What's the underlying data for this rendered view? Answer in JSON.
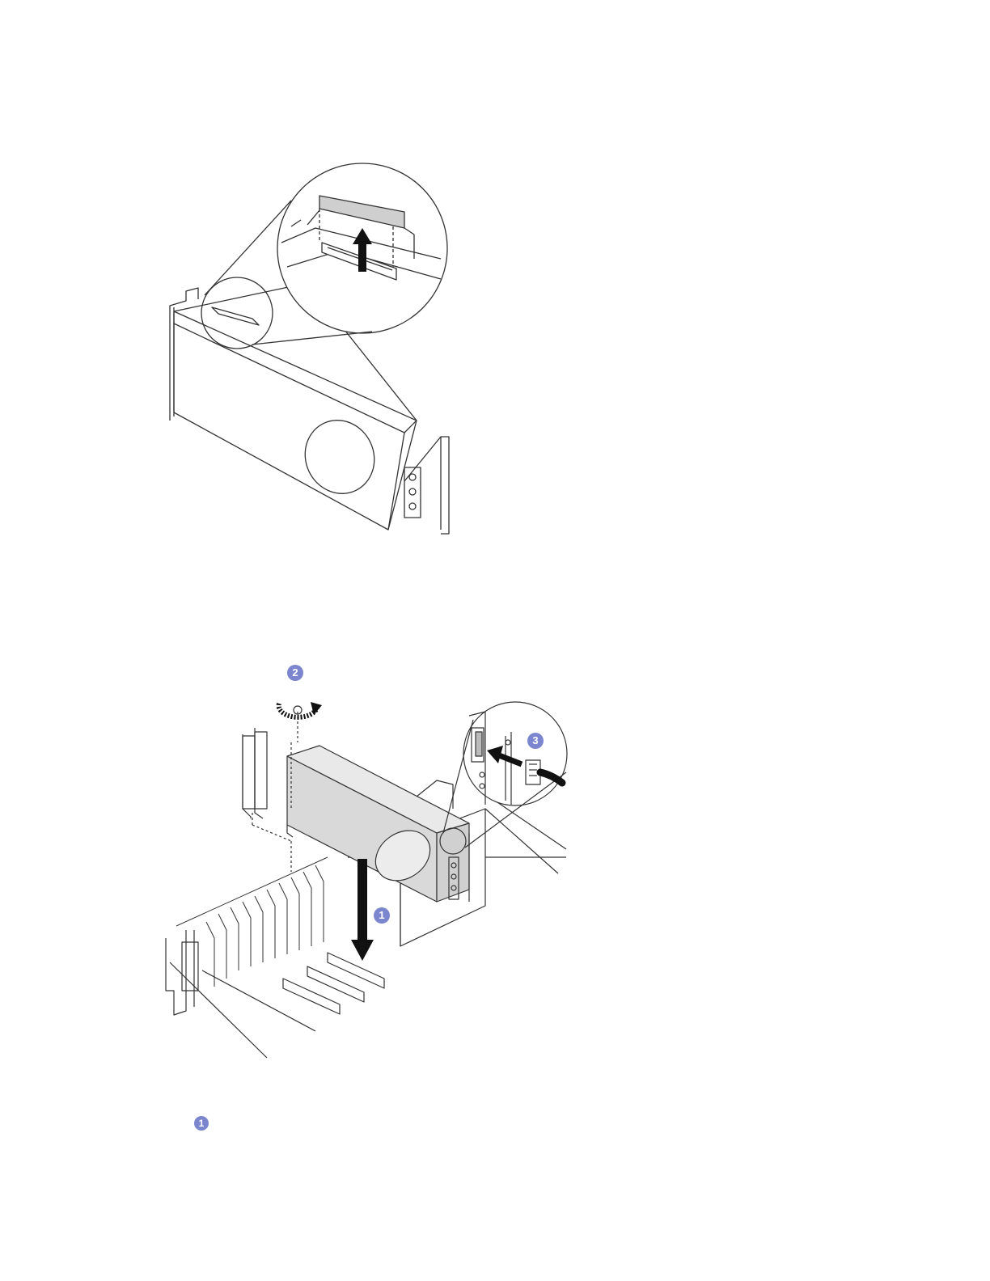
{
  "figure_top": {},
  "figure_bottom": {
    "callouts": {
      "one": "1",
      "two": "2",
      "three": "3"
    }
  },
  "steps": [
    {
      "callout": "1",
      "text": ""
    }
  ],
  "colors": {
    "callout": "#7b86cf",
    "line": "#333333",
    "card_fill": "#d9d9d9"
  }
}
